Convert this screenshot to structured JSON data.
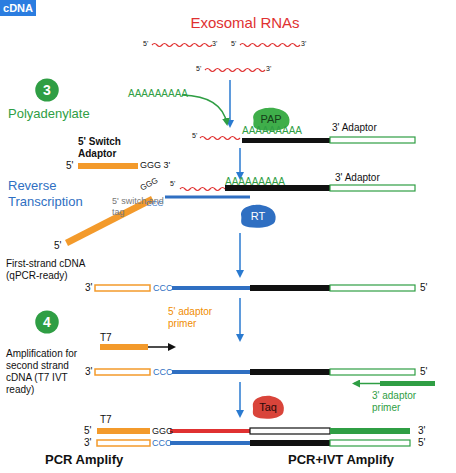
{
  "diagram": {
    "title": "Exosomal RNAs",
    "nodes": [
      {
        "text": [
          "cDNA"
        ]
      },
      {
        "text": [
          "3"
        ]
      },
      {
        "text": [
          "PAP"
        ]
      },
      {
        "text": [
          "RT"
        ]
      },
      {
        "text": [
          "4"
        ]
      },
      {
        "text": [
          "Taq"
        ]
      }
    ],
    "labels": [
      "5'",
      "3'",
      "5'",
      "3'",
      "5'",
      "3'",
      "Polyadenylate",
      "AAAAAAAAA",
      "5'",
      "AAAAAAAAA",
      "3' Adaptor",
      "5' Switch Adaptor",
      "5'",
      "GGG 3'",
      "Reverse Transcription",
      "5' switch and tag",
      "GGG",
      "CCC",
      "5'",
      "AAAAAAAAA",
      "3' Adaptor",
      "5'",
      "First-strand cDNA (qPCR-ready)",
      "3'",
      "CCC",
      "5'",
      "5' adaptor primer",
      "T7",
      "Amplification for second strand cDNA (T7 IVT ready)",
      "3'",
      "CCC",
      "5'",
      "3' adaptor primer",
      "T7",
      "5'",
      "GGG",
      "3'",
      "3'",
      "CCC",
      "5'",
      "PCR Amplify",
      "PCR+IVT Amplify"
    ]
  }
}
